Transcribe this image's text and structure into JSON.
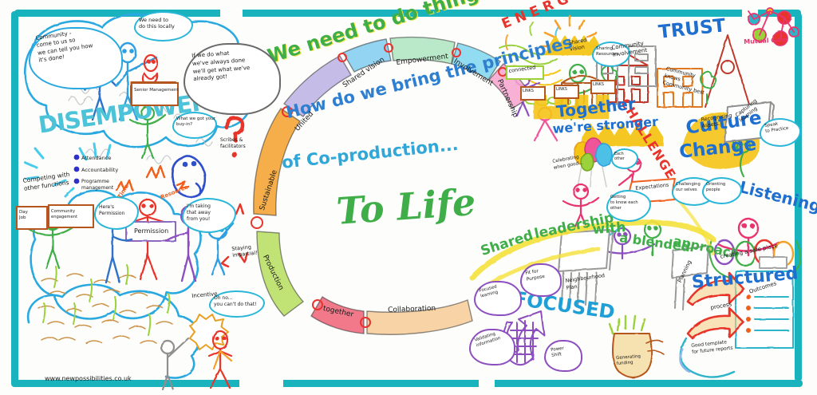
{
  "poster": {
    "title_line1": "We need to do things differently...",
    "center_q_line1": "How do we bring the principles",
    "center_q_line2": "of Co-production...",
    "center_big": "To Life",
    "footer_url": "www.newpossibilities.co.uk"
  },
  "spiral": {
    "segments": [
      {
        "label": "Sustainable",
        "color": "#f5a02a"
      },
      {
        "label": "United",
        "color": "#b9aee0"
      },
      {
        "label": "Shared vision",
        "color": "#6fc9ef"
      },
      {
        "label": "Empowerment",
        "color": "#a9e3bd"
      },
      {
        "label": "Involvement",
        "color": "#7fd3ee"
      },
      {
        "label": "Partnership",
        "color": "#f59ac5"
      },
      {
        "label": "Production",
        "color": "#b0dc54"
      },
      {
        "label": "together",
        "color": "#ef6276"
      },
      {
        "label": "Collaboration",
        "color": "#f6c88f"
      }
    ]
  },
  "left_panel": {
    "headline": "DISEMPOWERED",
    "speech_bubbles": [
      "Community -\ncome to us so\nwe can tell you how\nit's done!",
      "We need to\ndo this locally",
      "If we do what\nwe've always done\nwe'll get what we've\nalready got!",
      "What we got your\nbuy-in?",
      "I'm taking\nthat away\nfrom you!",
      "Oh no...\nyou can't do that!"
    ],
    "labels": [
      "Senior Management",
      "Scribes &\nfacilitators",
      "Competing with\nother functions",
      "Attendance",
      "Accountability",
      "Programme\nmanagement",
      "Day\nJob",
      "Community\nengagement",
      "Here's\nPermission",
      "Time",
      "Resource",
      "Permission",
      "Staying\nimpartial!",
      "Incentive"
    ]
  },
  "right_panel": {
    "big_words": [
      {
        "text": "ENERGY",
        "color": "#e8342c"
      },
      {
        "text": "TRUST",
        "color": "#1f6fd0"
      },
      {
        "text": "CHALLENGE",
        "color": "#e8342c"
      },
      {
        "text": "Culture",
        "color": "#1f6fd0"
      },
      {
        "text": "Change",
        "color": "#1f6fd0"
      },
      {
        "text": "Listening",
        "color": "#1f6fd0"
      },
      {
        "text": "Together",
        "color": "#1f6fd0"
      },
      {
        "text": "we're stronger",
        "color": "#1f6fd0"
      },
      {
        "text": "Shared",
        "color": "#3fae49"
      },
      {
        "text": "leadership",
        "color": "#3fae49"
      },
      {
        "text": "with",
        "color": "#3fae49"
      },
      {
        "text": "a blended",
        "color": "#3fae49"
      },
      {
        "text": "approach",
        "color": "#3fae49"
      },
      {
        "text": "FOCUSED",
        "color": "#1f9fd6"
      },
      {
        "text": "Structured",
        "color": "#1f6fd0"
      },
      {
        "text": "Mutual Gain",
        "color": "#e8346f"
      }
    ],
    "labels": [
      "Shared\nvision",
      "connected",
      "Sharing\nResources",
      "LINKS",
      "LINKS",
      "LINKS",
      "Community\nInvolvement",
      "Community\nknows\nCommunity best",
      "Recognising\nAssets.",
      "Speak\nto Practice",
      "Capturing\nlearning",
      "Celebrating\nwhen good...",
      "Each\nother",
      "Expectations",
      "Getting\nto know each\nother",
      "Challenging\nour selves",
      "Orienting\npeople",
      "creating a safe place",
      "Focused\nlearning",
      "Fit for\nPurpose",
      "Neighbourhood\nPlan",
      "Validating\ninformation",
      "Power\nShift",
      "Generating\nfunding",
      "Planning",
      "process",
      "Outcomes",
      "Good template\nfor future reports"
    ]
  }
}
